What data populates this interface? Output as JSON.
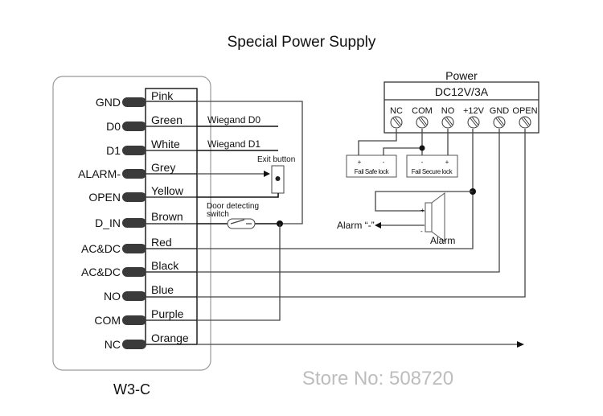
{
  "title": "Special Power Supply",
  "controller": {
    "name": "W3-C",
    "pins": [
      "GND",
      "D0",
      "D1",
      "ALARM-",
      "OPEN",
      "D_IN",
      "AC&DC",
      "AC&DC",
      "NO",
      "COM",
      "NC"
    ],
    "wires": [
      "Pink",
      "Green",
      "White",
      "Grey",
      "Yellow",
      "Brown",
      "Red",
      "Black",
      "Blue",
      "Purple",
      "Orange"
    ]
  },
  "labels": {
    "wiegand_d0": "Wiegand D0",
    "wiegand_d1": "Wiegand D1",
    "exit_button": "Exit button",
    "door_switch_1": "Door detecting",
    "door_switch_2": "switch",
    "alarm_minus": "Alarm “-”",
    "alarm": "Alarm",
    "plus": "+",
    "minus": "-"
  },
  "power": {
    "title": "Power",
    "rating": "DC12V/3A",
    "terminals": [
      "NC",
      "COM",
      "NO",
      "+12V",
      "GND",
      "OPEN"
    ]
  },
  "locks": {
    "fail_safe": "Fail Safe lock",
    "fail_secure": "Fail Secure lock"
  },
  "watermark": "Store No: 508720",
  "colors": {
    "line": "#444444",
    "pin": "#3a3a3a",
    "watermark": "#bdbdbd"
  }
}
